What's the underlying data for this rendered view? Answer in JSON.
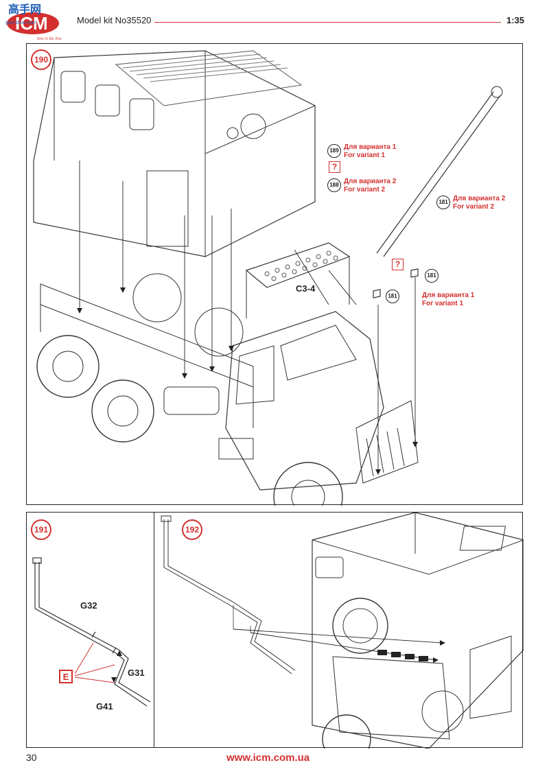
{
  "header": {
    "logo_overlay_text": "高手网",
    "logo_text": "ICM",
    "logo_site": "gao-shou.com",
    "logo_tagline": "Kits in the Test",
    "kit_title": "Model kit No35520",
    "scale": "1:35"
  },
  "step190": {
    "number": "190",
    "part_label": "C3-4",
    "annotations": [
      {
        "ref": "189",
        "line1": "Для варианта 1",
        "line2": "For variant 1"
      },
      {
        "ref": "188",
        "line1": "Для варианта 2",
        "line2": "For variant 2"
      },
      {
        "ref": "181",
        "line1": "Для варианта 2",
        "line2": "For variant 2"
      },
      {
        "ref": "181",
        "line1": "Для варианта 1",
        "line2": "For variant 1"
      }
    ],
    "extra_refs": [
      "181"
    ],
    "question_mark": "?"
  },
  "step191": {
    "number": "191",
    "parts": [
      "G32",
      "G31",
      "G41"
    ],
    "glue_symbol": "E"
  },
  "step192": {
    "number": "192"
  },
  "footer": {
    "page_number": "30",
    "website": "www.icm.com.ua"
  },
  "colors": {
    "accent": "#d32f2f",
    "line": "#222222"
  }
}
